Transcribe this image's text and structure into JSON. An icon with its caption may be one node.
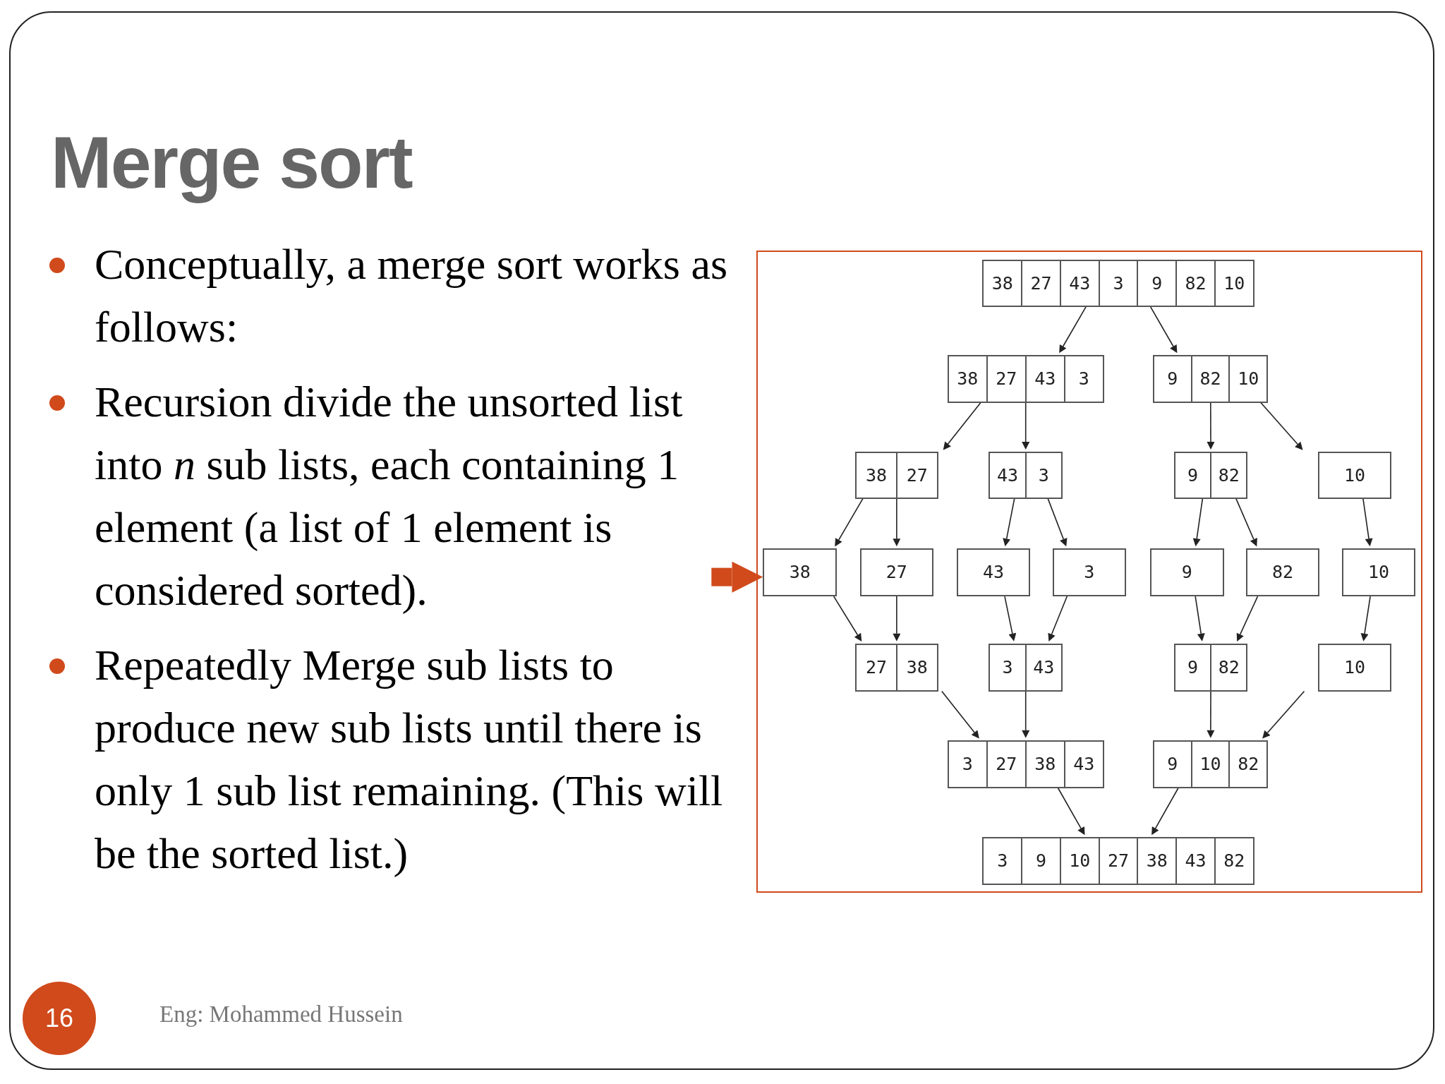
{
  "diagram": {
    "title": "Merge sort",
    "nodes": [
      {
        "text": [
          "38",
          "27",
          "43",
          "3",
          "9",
          "82",
          "10"
        ]
      },
      {
        "text": [
          "38",
          "27",
          "43",
          "3"
        ]
      },
      {
        "text": [
          "9",
          "82",
          "10"
        ]
      },
      {
        "text": [
          "38",
          "27"
        ]
      },
      {
        "text": [
          "43",
          "3"
        ]
      },
      {
        "text": [
          "9",
          "82"
        ]
      },
      {
        "text": [
          "10"
        ]
      },
      {
        "text": [
          "38"
        ]
      },
      {
        "text": [
          "27"
        ]
      },
      {
        "text": [
          "43"
        ]
      },
      {
        "text": [
          "3"
        ]
      },
      {
        "text": [
          "9"
        ]
      },
      {
        "text": [
          "82"
        ]
      },
      {
        "text": [
          "10"
        ]
      },
      {
        "text": [
          "27",
          "38"
        ]
      },
      {
        "text": [
          "3",
          "43"
        ]
      },
      {
        "text": [
          "9",
          "82"
        ]
      },
      {
        "text": [
          "10"
        ]
      },
      {
        "text": [
          "3",
          "27",
          "38",
          "43"
        ]
      },
      {
        "text": [
          "9",
          "10",
          "82"
        ]
      },
      {
        "text": [
          "3",
          "9",
          "10",
          "27",
          "38",
          "43",
          "82"
        ]
      },
      {
        "text": [
          "16"
        ]
      }
    ],
    "edges": [
      {
        "from": 0,
        "to": 1,
        "arrow": "to"
      },
      {
        "from": 0,
        "to": 2,
        "arrow": "to"
      },
      {
        "from": 1,
        "to": 3,
        "arrow": "to"
      },
      {
        "from": 1,
        "to": 4,
        "arrow": "to"
      },
      {
        "from": 2,
        "to": 5,
        "arrow": "to"
      },
      {
        "from": 2,
        "to": 6,
        "arrow": "to"
      },
      {
        "from": 3,
        "to": 7,
        "arrow": "to"
      },
      {
        "from": 3,
        "to": 8,
        "arrow": "to"
      },
      {
        "from": 4,
        "to": 9,
        "arrow": "to"
      },
      {
        "from": 4,
        "to": 10,
        "arrow": "to"
      },
      {
        "from": 5,
        "to": 11,
        "arrow": "to"
      },
      {
        "from": 5,
        "to": 12,
        "arrow": "to"
      },
      {
        "from": 6,
        "to": 13,
        "arrow": "to"
      },
      {
        "from": 7,
        "to": 14,
        "arrow": "to"
      },
      {
        "from": 8,
        "to": 14,
        "arrow": "to"
      },
      {
        "from": 9,
        "to": 15,
        "arrow": "to"
      },
      {
        "from": 10,
        "to": 15,
        "arrow": "to"
      },
      {
        "from": 11,
        "to": 16,
        "arrow": "to"
      },
      {
        "from": 12,
        "to": 16,
        "arrow": "to"
      },
      {
        "from": 13,
        "to": 17,
        "arrow": "to"
      },
      {
        "from": 14,
        "to": 18,
        "arrow": "to"
      },
      {
        "from": 15,
        "to": 18,
        "arrow": "to"
      },
      {
        "from": 16,
        "to": 19,
        "arrow": "to"
      },
      {
        "from": 17,
        "to": 19,
        "arrow": "to"
      },
      {
        "from": 18,
        "to": 20,
        "arrow": "to"
      },
      {
        "from": 19,
        "to": 20,
        "arrow": "to"
      },
      {
        "from": null,
        "to": 7,
        "arrow": "to",
        "style": "thick",
        "color": "#d04a1c"
      }
    ],
    "labels": [
      "Conceptually, a merge sort works as follows:",
      "Recursion divide the unsorted list into *n* sub lists, each containing 1 element (a list of 1 element is considered sorted).",
      "Repeatedly Merge sub lists to produce new sub lists until there is only 1 sub list remaining. (This will be the sorted list.)",
      "Eng: Mohammed Hussein"
    ]
  }
}
